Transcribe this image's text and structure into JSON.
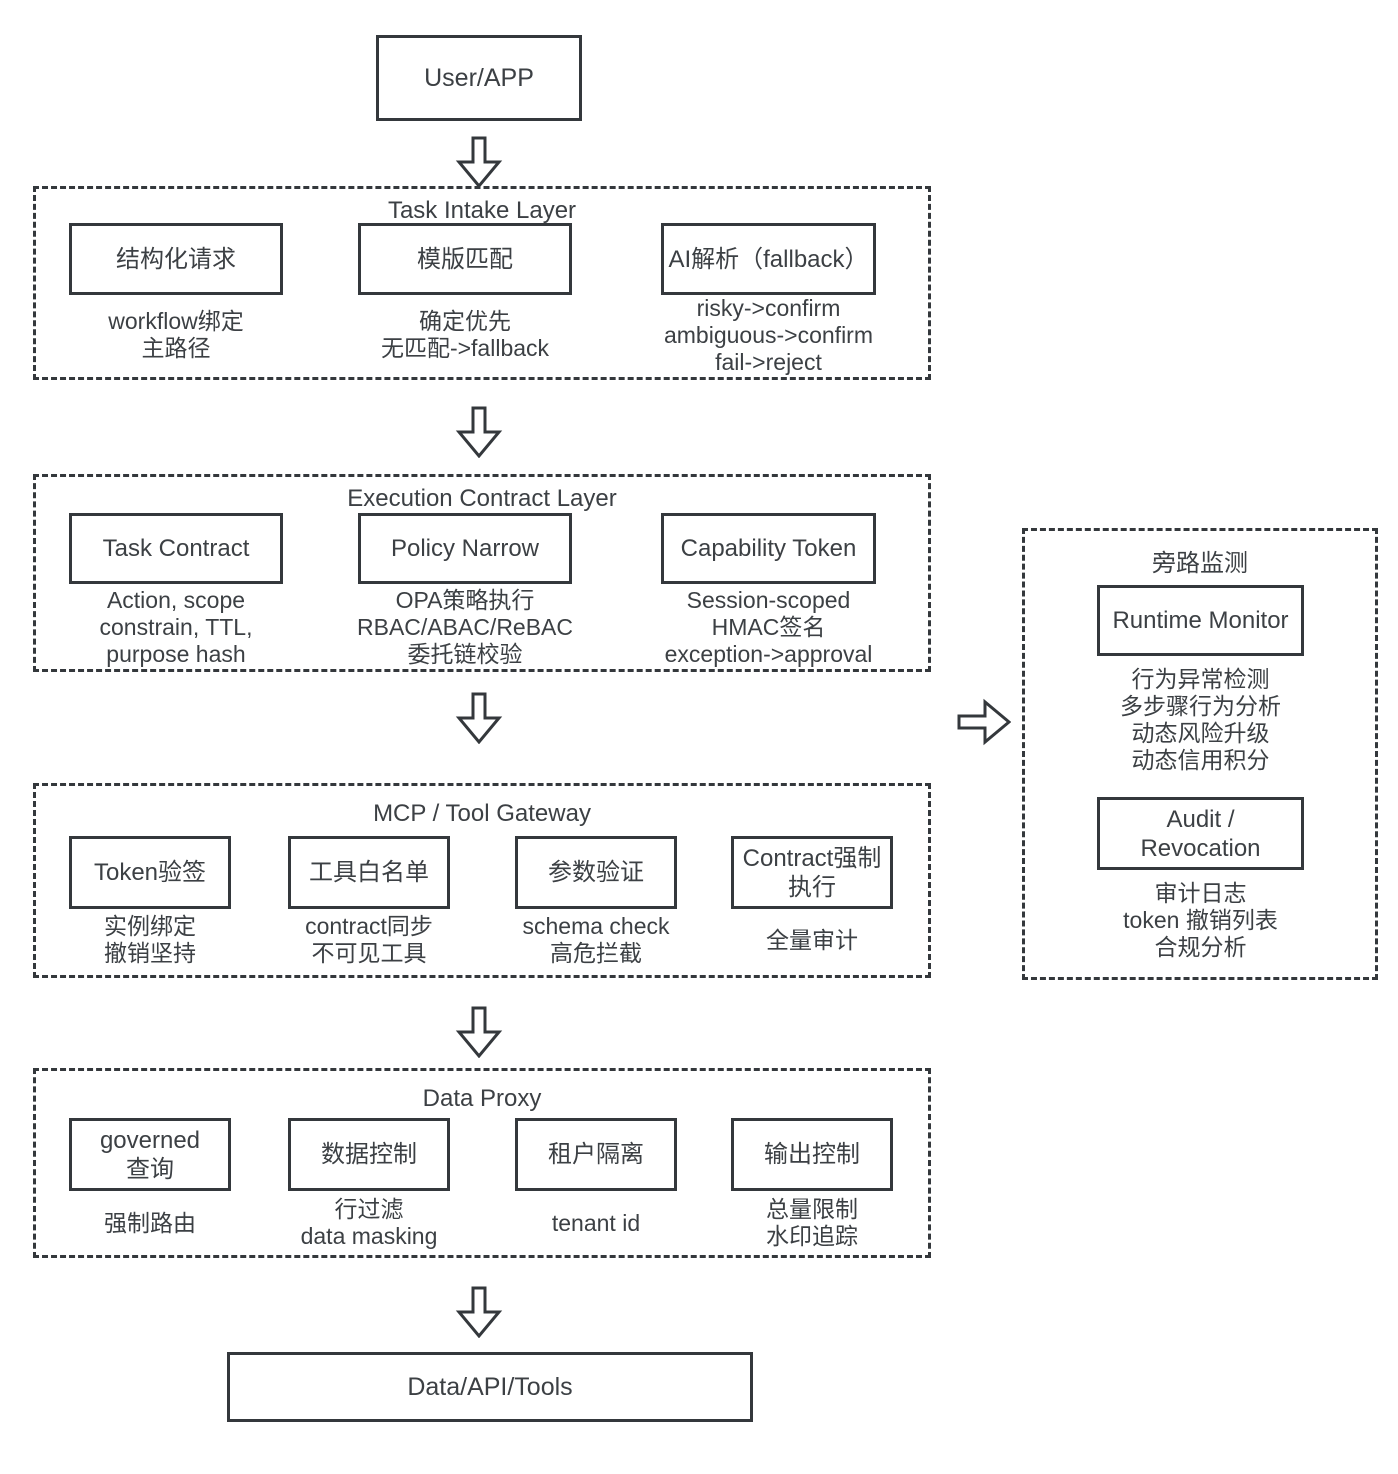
{
  "colors": {
    "line": "#34383c",
    "text": "#3c4044",
    "background": "#ffffff"
  },
  "nodes": {
    "source": "User/APP",
    "sink": "Data/API/Tools"
  },
  "layers": [
    {
      "id": "task-intake",
      "title": "Task Intake Layer",
      "items": [
        {
          "label": "结构化请求",
          "notes": [
            "workflow绑定",
            "主路径"
          ]
        },
        {
          "label": "模版匹配",
          "notes": [
            "确定优先",
            "无匹配->fallback"
          ]
        },
        {
          "label": "AI解析（fallback）",
          "notes": [
            "risky->confirm",
            "ambiguous->confirm",
            "fail->reject"
          ]
        }
      ]
    },
    {
      "id": "execution-contract",
      "title": "Execution Contract Layer",
      "items": [
        {
          "label": "Task Contract",
          "notes": [
            "Action, scope",
            "constrain, TTL,",
            "purpose hash"
          ]
        },
        {
          "label": "Policy Narrow",
          "notes": [
            "OPA策略执行",
            "RBAC/ABAC/ReBAC",
            "委托链校验"
          ]
        },
        {
          "label": "Capability Token",
          "notes": [
            "Session-scoped",
            "HMAC签名",
            "exception->approval"
          ]
        }
      ]
    },
    {
      "id": "mcp-tool-gateway",
      "title": "MCP / Tool Gateway",
      "items": [
        {
          "label": "Token验签",
          "notes": [
            "实例绑定",
            "撤销坚持"
          ]
        },
        {
          "label": "工具白名单",
          "notes": [
            "contract同步",
            "不可见工具"
          ]
        },
        {
          "label": "参数验证",
          "notes": [
            "schema check",
            "高危拦截"
          ]
        },
        {
          "label": "Contract强制\n执行",
          "notes": [
            "全量审计"
          ]
        }
      ]
    },
    {
      "id": "data-proxy",
      "title": "Data Proxy",
      "items": [
        {
          "label": "governed\n查询",
          "notes": [
            "强制路由"
          ]
        },
        {
          "label": "数据控制",
          "notes": [
            "行过滤",
            "data masking"
          ]
        },
        {
          "label": "租户隔离",
          "notes": [
            "tenant id"
          ]
        },
        {
          "label": "输出控制",
          "notes": [
            "总量限制",
            "水印追踪"
          ]
        }
      ]
    }
  ],
  "side_panel": {
    "title": "旁路监测",
    "items": [
      {
        "label": "Runtime Monitor",
        "notes": [
          "行为异常检测",
          "多步骤行为分析",
          "动态风险升级",
          "动态信用积分"
        ]
      },
      {
        "label": "Audit /\nRevocation",
        "notes": [
          "审计日志",
          "token 撤销列表",
          "合规分析"
        ]
      }
    ]
  }
}
